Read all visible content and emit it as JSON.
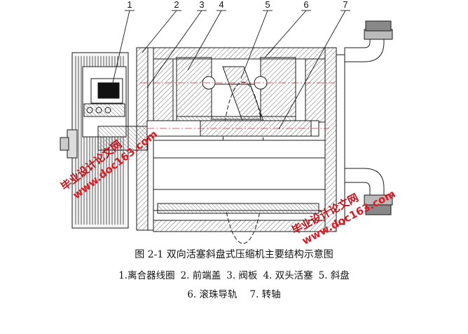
{
  "figure": {
    "callouts": [
      "1",
      "2",
      "3",
      "4",
      "5",
      "6",
      "7"
    ],
    "caption_title": "图 2-1 双向活塞斜盘式压缩机主要结构示意图",
    "legend_line1": [
      "1.离合器线圈",
      "2. 前端盖",
      "3. 阀板",
      "4. 双头活塞",
      "5. 斜盘"
    ],
    "legend_line2": [
      "6. 滚珠导轨",
      "7. 转轴"
    ]
  },
  "watermarks": [
    {
      "line1": "毕业设计论文网",
      "line2": "www.doc163.com"
    },
    {
      "line1": "毕业设计论文网",
      "line2": "www.doc163.com"
    }
  ],
  "colors": {
    "line": "#1a1a1a",
    "hatch": "#555555",
    "watermark_cn": "#c0141c",
    "watermark_url": "#e01a22",
    "centerline": "#d33030"
  }
}
